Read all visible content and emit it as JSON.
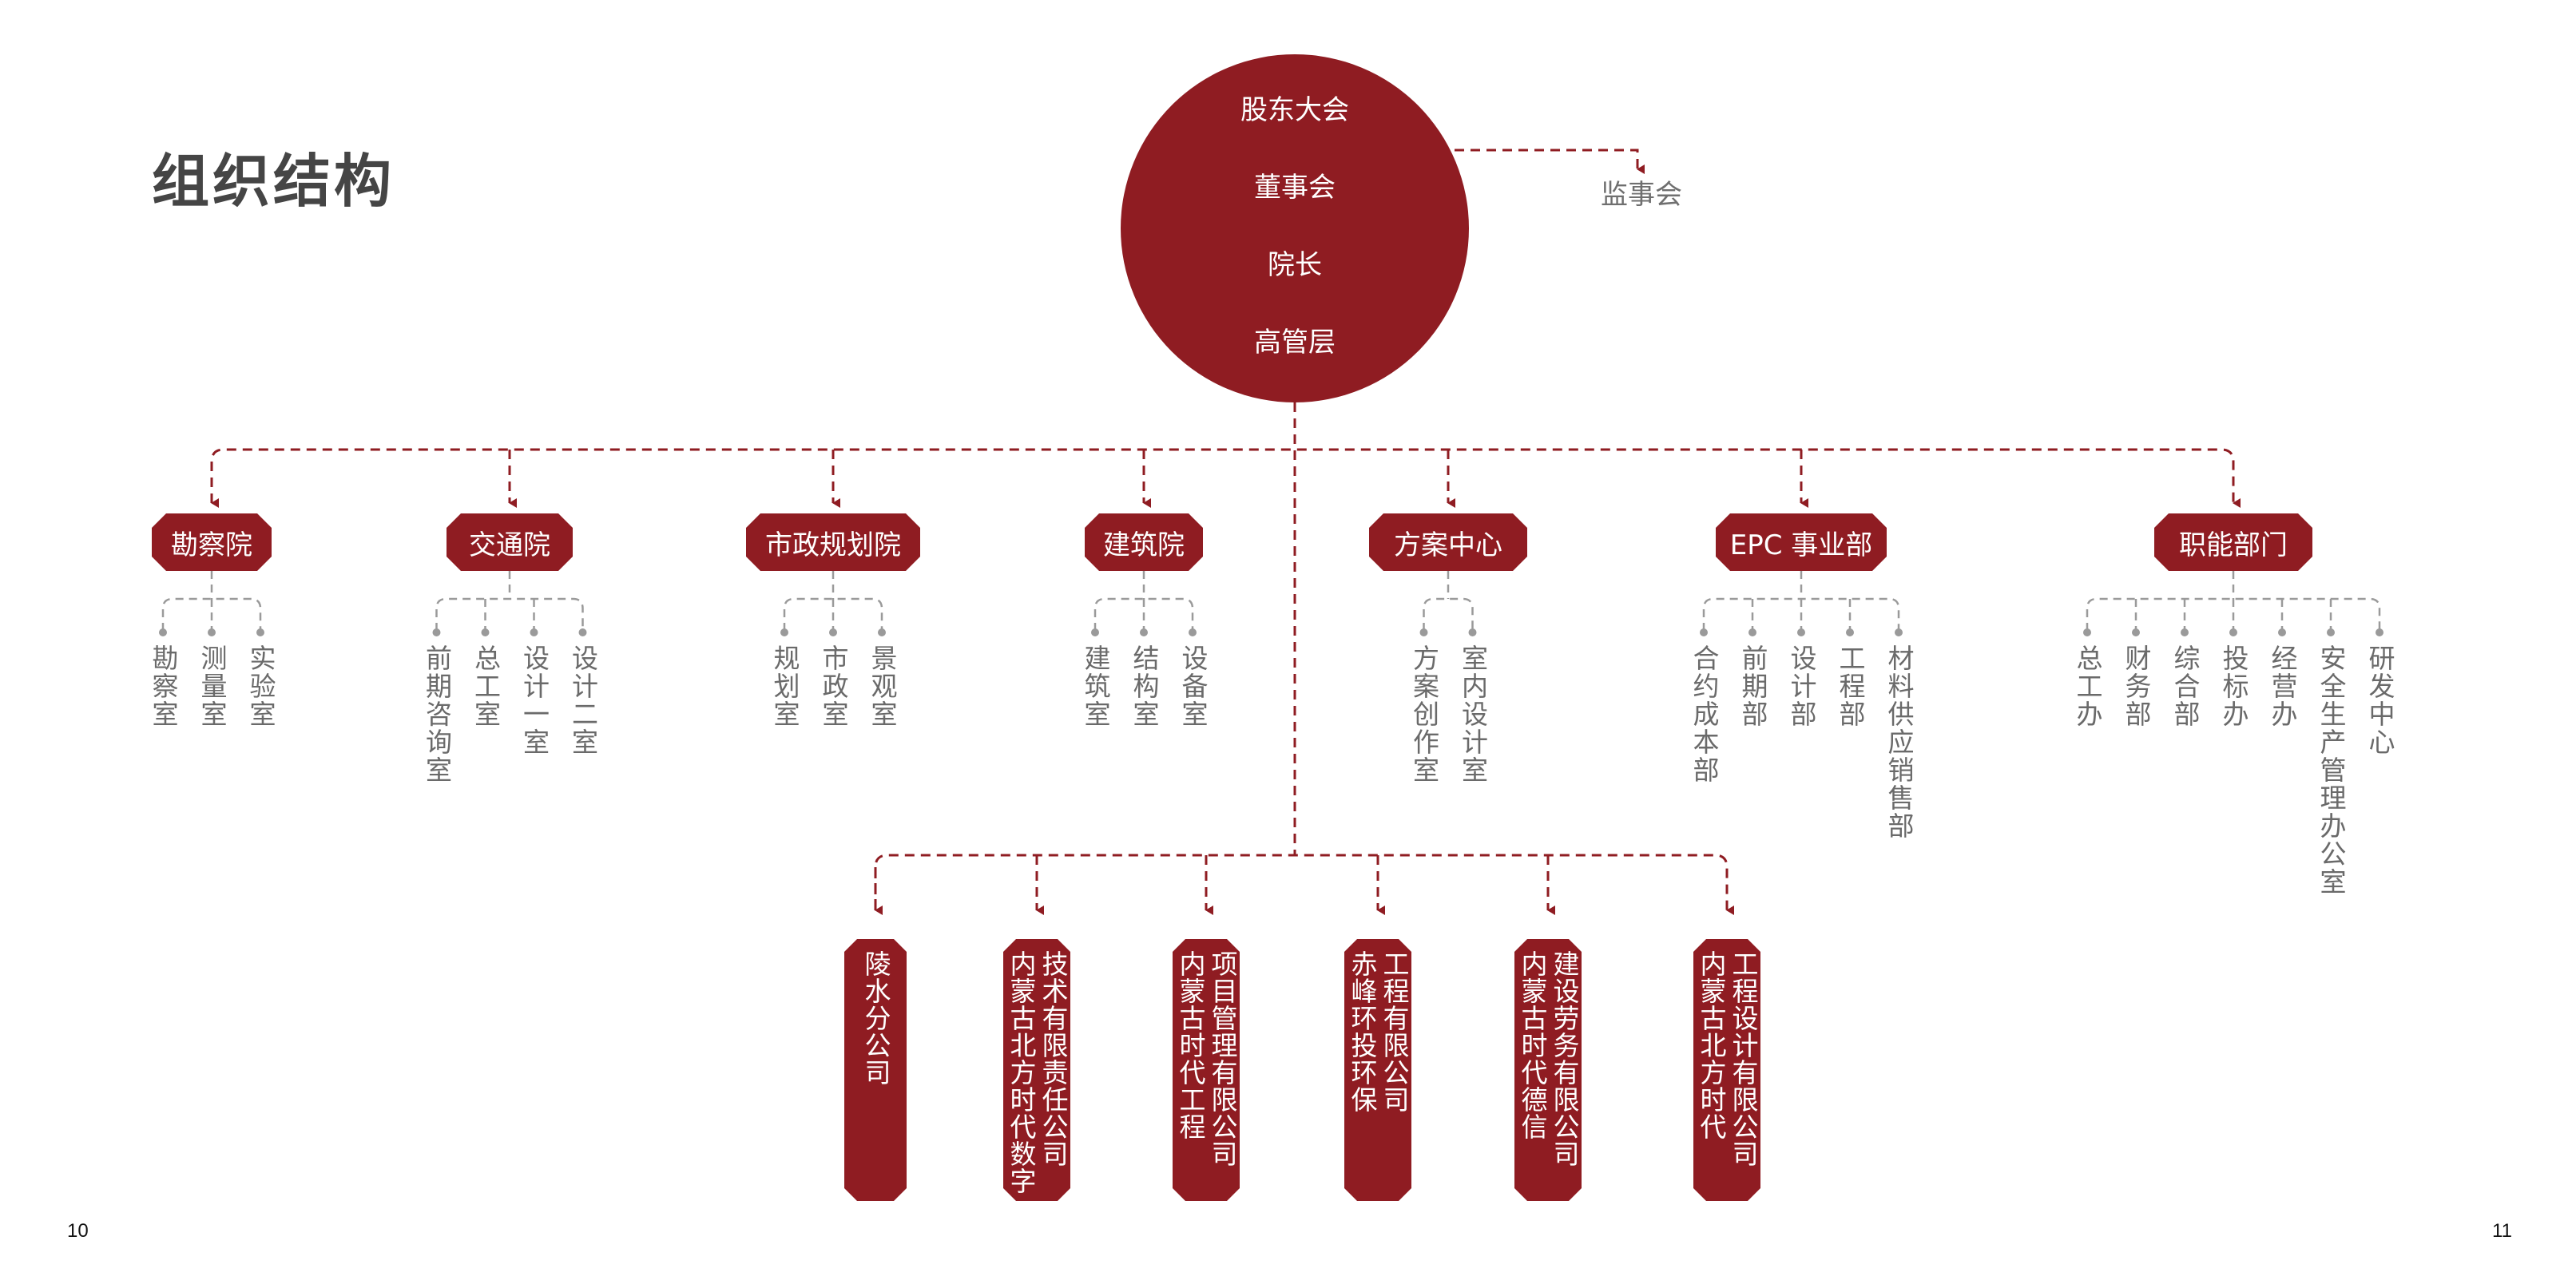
{
  "page": {
    "title": "组织结构",
    "page_left": "10",
    "page_right": "11"
  },
  "colors": {
    "primary": "#8f1c22",
    "text_gray": "#6a6a6a",
    "title_gray": "#454545"
  },
  "top": {
    "circle_levels": [
      "股东大会",
      "董事会",
      "院长",
      "高管层"
    ],
    "supervisor": "监事会"
  },
  "departments": [
    {
      "label": "勘察院",
      "subs": [
        "勘察室",
        "测量室",
        "实验室"
      ]
    },
    {
      "label": "交通院",
      "subs": [
        "前期咨询室",
        "总工室",
        "设计一室",
        "设计二室"
      ]
    },
    {
      "label": "市政规划院",
      "subs": [
        "规划室",
        "市政室",
        "景观室"
      ]
    },
    {
      "label": "建筑院",
      "subs": [
        "建筑室",
        "结构室",
        "设备室"
      ]
    },
    {
      "label": "方案中心",
      "subs": [
        "方案创作室",
        "室内设计室"
      ]
    },
    {
      "label": "EPC 事业部",
      "subs": [
        "合约成本部",
        "前期部",
        "设计部",
        "工程部",
        "材料供应销售部"
      ]
    },
    {
      "label": "职能部门",
      "subs": [
        "总工办",
        "财务部",
        "综合部",
        "投标办",
        "经营办",
        "安全生产管理办公室",
        "研发中心"
      ]
    }
  ],
  "companies": [
    {
      "lines": [
        "陵水分公司"
      ]
    },
    {
      "lines": [
        "内蒙古北方时代数字",
        "技术有限责任公司"
      ]
    },
    {
      "lines": [
        "内蒙古时代工程",
        "项目管理有限公司"
      ]
    },
    {
      "lines": [
        "赤峰环投环保",
        "工程有限公司"
      ]
    },
    {
      "lines": [
        "内蒙古时代德信",
        "建设劳务有限公司"
      ]
    },
    {
      "lines": [
        "内蒙古北方时代",
        "工程设计有限公司"
      ]
    }
  ]
}
